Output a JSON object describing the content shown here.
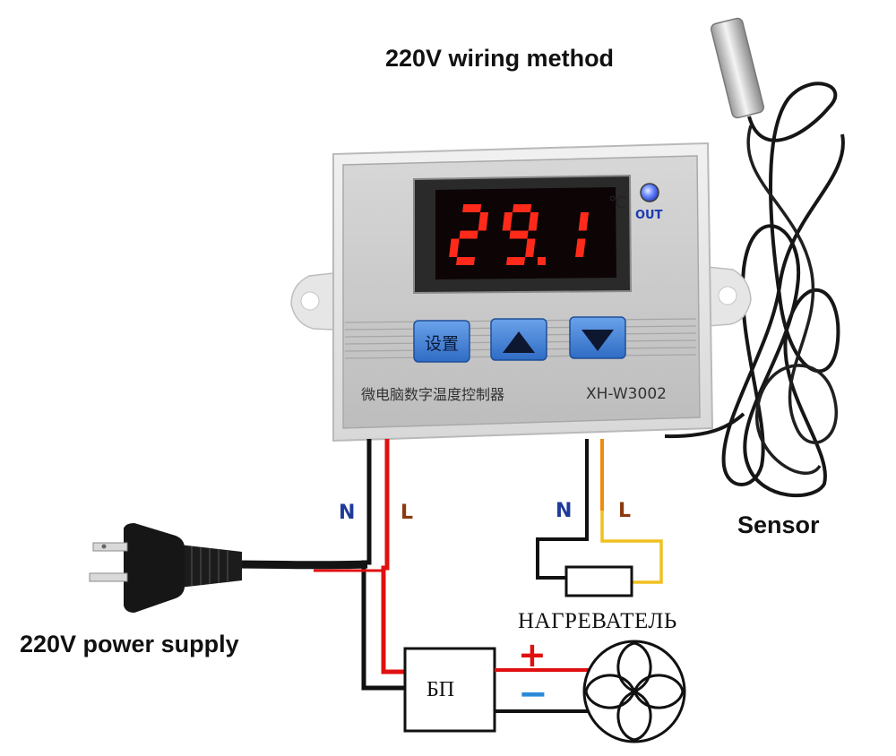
{
  "title": "220V wiring method",
  "device": {
    "display_value": "29.1",
    "unit_symbol": "℃",
    "out_indicator_label": "OUT",
    "buttons": [
      {
        "label": "设置",
        "icon": "set-button"
      },
      {
        "label": "",
        "icon": "up-arrow-icon"
      },
      {
        "label": "",
        "icon": "down-arrow-icon"
      }
    ],
    "product_name": "微电脑数字温度控制器",
    "model": "XH-W3002"
  },
  "input_wires": {
    "neutral_label": "N",
    "live_label": "L"
  },
  "output_wires": {
    "neutral_label": "N",
    "live_label": "L"
  },
  "power_supply_label": "220V power supply",
  "sensor_label": "Sensor",
  "heater_label": "НАГРЕВАТЕЛЬ",
  "psu": {
    "label": "БП",
    "plus": "+",
    "minus": "−"
  },
  "colors": {
    "display_digits": "#ff2a1a",
    "out_led": "#4a6bff",
    "button": "#3f7fd6",
    "wire_live": "#e01010",
    "wire_neutral": "#111111",
    "wire_yellow": "#f0c020",
    "wire_orange": "#f08a10",
    "plus_sign": "#e01010",
    "minus_sign": "#2a8ad8"
  }
}
